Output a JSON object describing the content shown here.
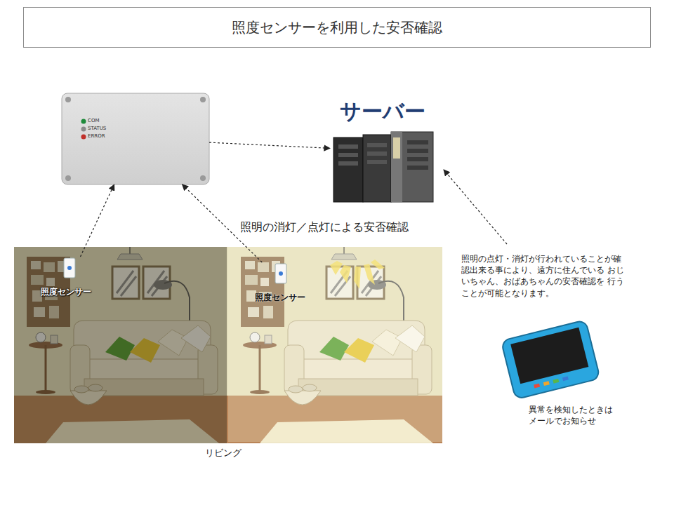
{
  "diagram": {
    "title": "照度センサーを利用した安否確認",
    "nodes": [
      {
        "text": [
          "COM",
          "STATUS",
          "ERROR"
        ]
      },
      {
        "text": [
          "サーバー"
        ]
      },
      {
        "text": [
          "照度センサー"
        ]
      },
      {
        "text": [
          "照度センサー"
        ]
      }
    ],
    "edges": [
      {
        "from": 2,
        "to": 0,
        "arrow": "to"
      },
      {
        "from": 3,
        "to": 0,
        "arrow": "to"
      },
      {
        "from": 0,
        "to": 1,
        "arrow": "to"
      }
    ],
    "labels": [
      "照明の消灯／点灯による安否確認",
      "照明の点灯・消灯が行われていることが確 認出来る事により、遠方に住んでいる おじいちゃん、おばあちゃんの安否確認を 行うことが可能となります。",
      "異常を検知したときは メールでお知らせ",
      "リビング"
    ]
  }
}
